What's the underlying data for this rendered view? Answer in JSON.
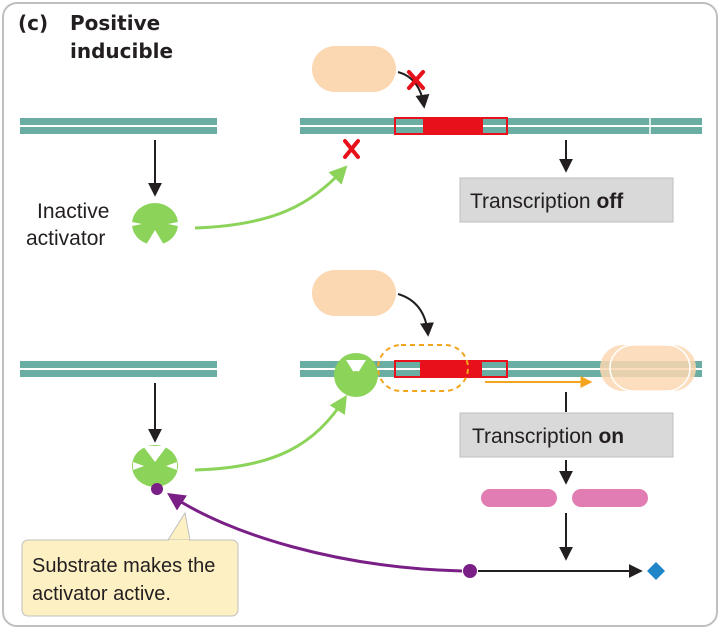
{
  "panel": {
    "letter": "(c)",
    "title_line1": "Positive",
    "title_line2": "inducible"
  },
  "top_scenario": {
    "activator_label_line1": "Inactive",
    "activator_label_line2": "activator",
    "transcription_prefix": "Transcription ",
    "transcription_state": "off"
  },
  "bottom_scenario": {
    "transcription_prefix": "Transcription ",
    "transcription_state": "on",
    "callout_line1": "Substrate makes the",
    "callout_line2": "activator active."
  },
  "colors": {
    "dna": "#6aaea3",
    "gene_red": "#e8101a",
    "polymerase": "#fbd7b2",
    "activator": "#8cd35a",
    "inhibit_x": "#e8101a",
    "green_arrow": "#8cd35a",
    "purple": "#7a1f86",
    "mrna": "#e17db3",
    "product": "#1f86c8",
    "transcript_arrow": "#f2a51d",
    "box_fill": "#d9d9d9",
    "callout_fill": "#fdf0c3"
  }
}
